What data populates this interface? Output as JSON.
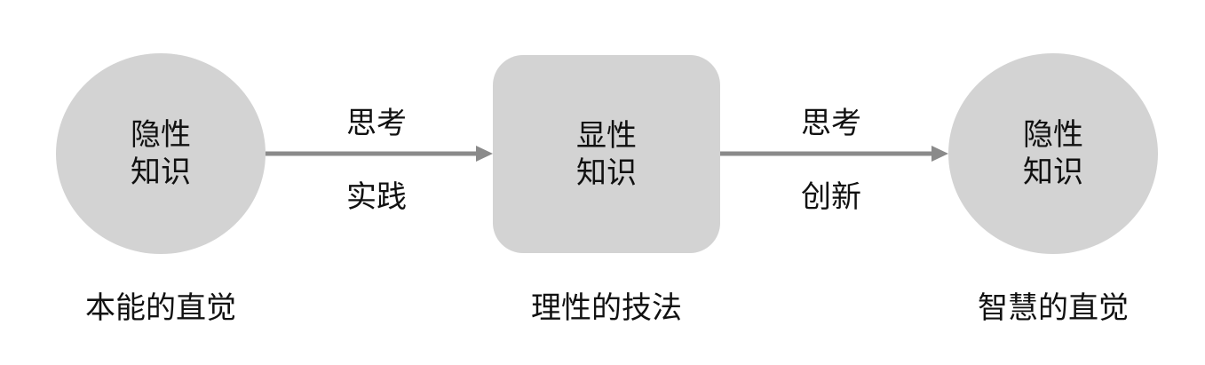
{
  "nodes": {
    "left": {
      "text": "隐性\n知识"
    },
    "middle": {
      "text": "显性\n知识"
    },
    "right": {
      "text": "隐性\n知识"
    }
  },
  "edges": {
    "first": {
      "top": "思考",
      "bottom": "实践"
    },
    "second": {
      "top": "思考",
      "bottom": "创新"
    }
  },
  "captions": {
    "left": "本能的直觉",
    "middle": "理性的技法",
    "right": "智慧的直觉"
  },
  "colors": {
    "node_fill": "#d3d3d3",
    "arrow": "#8a8a8a",
    "text": "#111111"
  }
}
